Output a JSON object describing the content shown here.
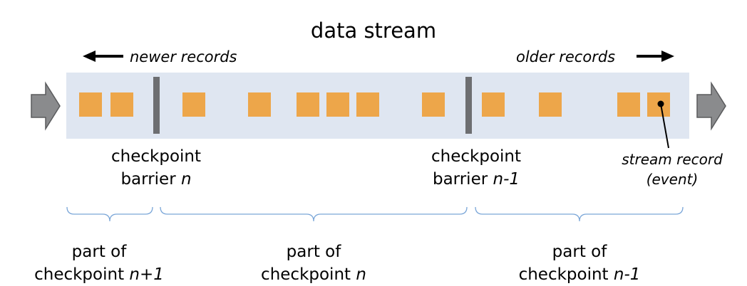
{
  "title": "data stream",
  "direction": {
    "newer": "newer records",
    "older": "older records"
  },
  "barriers": [
    {
      "line1": "checkpoint",
      "line2_text": "barrier ",
      "line2_var": "n"
    },
    {
      "line1": "checkpoint",
      "line2_text": "barrier ",
      "line2_var": "n-1"
    }
  ],
  "record_label": {
    "line1": "stream record",
    "line2": "(event)"
  },
  "parts": [
    {
      "line1": "part of",
      "line2_text": "checkpoint ",
      "line2_var": "n+1"
    },
    {
      "line1": "part of",
      "line2_text": "checkpoint ",
      "line2_var": "n"
    },
    {
      "line1": "part of",
      "line2_text": "checkpoint ",
      "line2_var": "n-1"
    }
  ],
  "colors": {
    "stream_band": "#dfe6f1",
    "record": "#eda64a",
    "barrier": "#6d6e71",
    "flow_arrow": "#8a8b8d",
    "brace": "#7aa6d8"
  }
}
